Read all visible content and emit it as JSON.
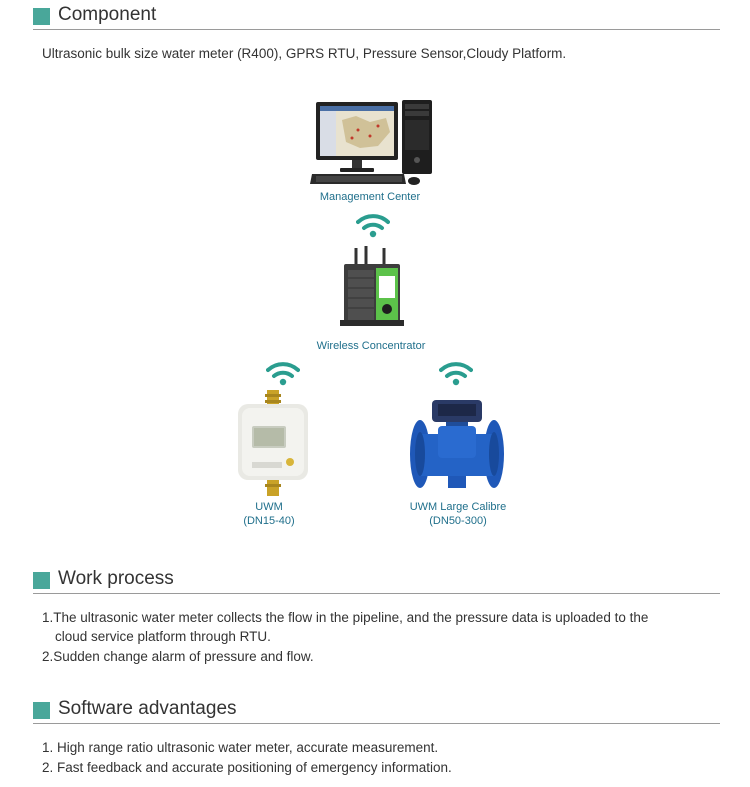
{
  "component": {
    "title": "Component",
    "description": "Ultrasonic bulk size water meter (R400), GPRS RTU, Pressure Sensor,Cloudy Platform."
  },
  "diagram": {
    "management_center": "Management Center",
    "wireless_concentrator": "Wireless Concentrator",
    "uwm_label": "UWM",
    "uwm_size": "(DN15-40)",
    "uwm_large_label": "UWM Large Calibre",
    "uwm_large_size": "(DN50-300)",
    "accent_color": "#49a79a",
    "caption_color": "#1f6f8b"
  },
  "work_process": {
    "title": "Work process",
    "line1": "1.The ultrasonic water meter collects the flow in the pipeline, and the pressure data is uploaded to the",
    "line1_cont": "cloud service platform through RTU.",
    "line2": "2.Sudden change alarm of pressure and flow."
  },
  "software_advantages": {
    "title": "Software advantages",
    "line1": "1. High range ratio ultrasonic water meter, accurate measurement.",
    "line2": "2. Fast feedback and accurate positioning of emergency information."
  }
}
